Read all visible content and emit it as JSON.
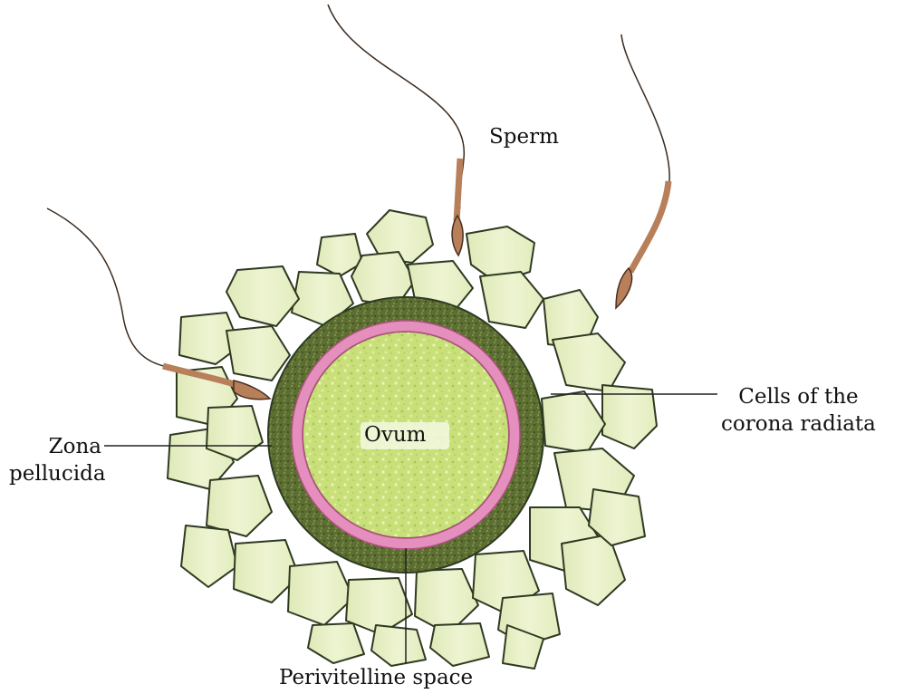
{
  "labels": {
    "sperm": "Sperm",
    "ovum": "Ovum",
    "zona_line1": "Zona",
    "zona_line2": "pellucida",
    "cells_line1": "Cells of the",
    "cells_line2": "corona radiata",
    "perivitelline": "Perivitelline space"
  },
  "colors": {
    "corona_cell_fill": "#e6efc4",
    "corona_cell_stroke": "#2e3a22",
    "zona_pellucida": "#5c6e32",
    "perivitelline_ring": "#e58fbf",
    "ovum_cytoplasm": "#c9e07a",
    "sperm_body": "#b77f5a",
    "leader_line": "#222222"
  }
}
